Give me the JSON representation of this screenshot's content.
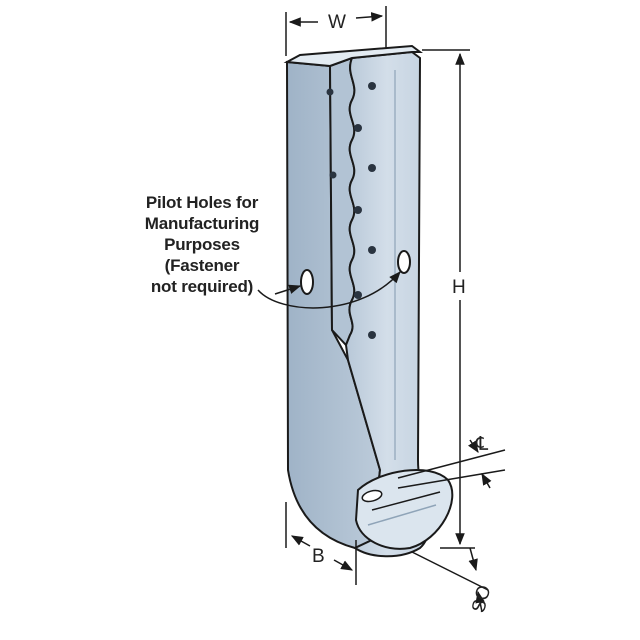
{
  "callout": {
    "lines": [
      "Pilot Holes for",
      "Manufacturing",
      "Purposes",
      "(Fastener",
      "not required)"
    ]
  },
  "dimensions": {
    "width_label": "W",
    "height_label": "H",
    "bearing_label": "B",
    "centerline_label": "℄",
    "offset_label": "SO"
  },
  "colors": {
    "metal_face": "#c9d6e3",
    "metal_side": "#a9bccf",
    "metal_shadow": "#8fa4b8",
    "outline": "#1a1a1a"
  }
}
